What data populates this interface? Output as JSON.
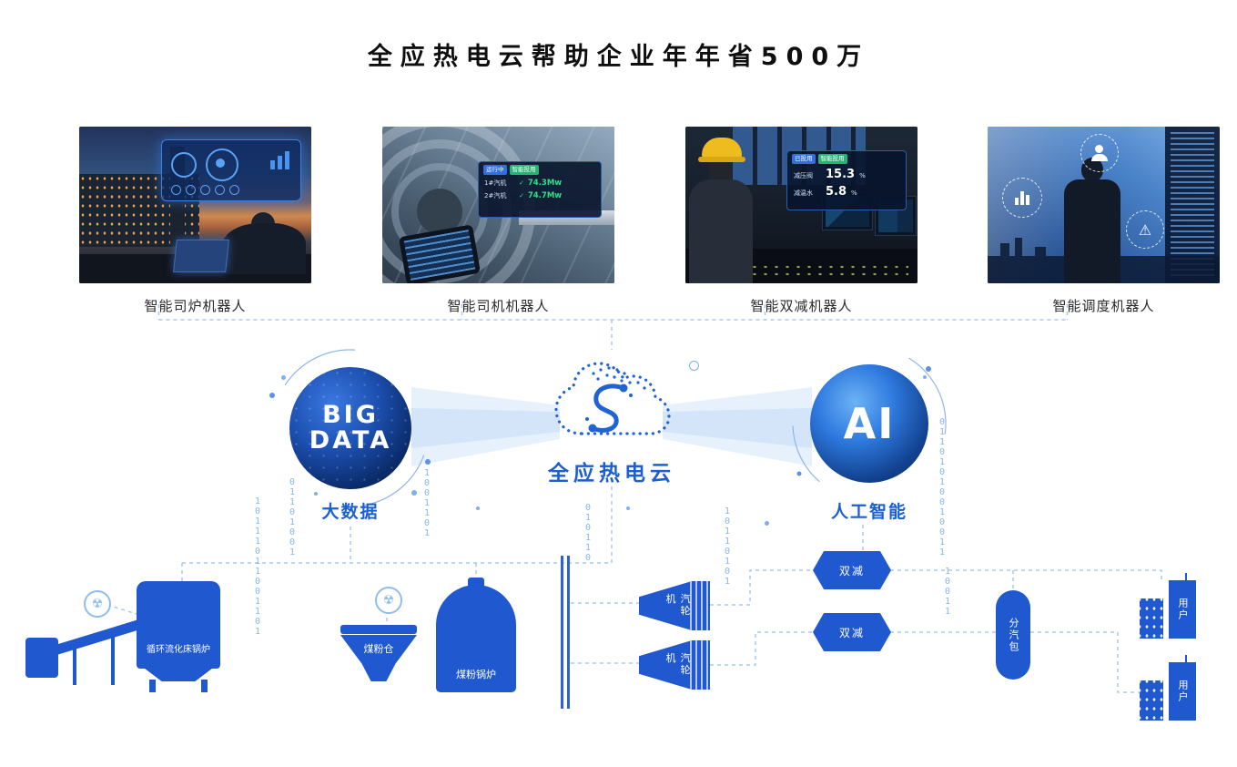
{
  "title": "全应热电云帮助企业年年省500万",
  "robots": [
    {
      "caption": "智能司炉机器人"
    },
    {
      "caption": "智能司机机器人"
    },
    {
      "caption": "智能双减机器人"
    },
    {
      "caption": "智能调度机器人"
    }
  ],
  "hud2": {
    "chip1": "运行中",
    "chip2": "智能投用",
    "rows": [
      {
        "label": "1#汽机",
        "value": "74.3Mw"
      },
      {
        "label": "2#汽机",
        "value": "74.7Mw"
      }
    ]
  },
  "hud3": {
    "chip1": "已投用",
    "chip2": "智能投用",
    "rows": [
      {
        "label": "减压阀",
        "value": "15.3",
        "unit": "%"
      },
      {
        "label": "减温水",
        "value": "5.8",
        "unit": "%"
      }
    ]
  },
  "core": {
    "bigdata_line1": "BIG",
    "bigdata_line2": "DATA",
    "bigdata_label": "大数据",
    "cloud_label": "全应热电云",
    "ai_text": "AI",
    "ai_label": "人工智能"
  },
  "plant": {
    "cfb_boiler": "循环流化床锅炉",
    "coal_bunker": "煤粉仓",
    "coal_boiler": "煤粉锅炉",
    "turbine": "汽轮机",
    "reducer": "双减",
    "steam_drum": "分汽包",
    "user": "用户"
  },
  "icons": {
    "radiation": "☢",
    "check": "✓",
    "warning": "⚠"
  },
  "binary": {
    "b1": "1\n0\n1\n1\n1\n0\n1\n1\n0\n0\n1\n1\n0\n1",
    "b2": "0\n1\n1\n0\n1\n0\n0\n1",
    "b3": "1\n0\n0\n1\n1\n0\n1",
    "b4": "0\n1\n0\n1\n1\n0",
    "b5": "1\n0\n1\n1\n0\n1\n0\n1",
    "b6": "0\n1\n1\n0\n1\n0\n1\n0\n0\n1\n0\n0\n1\n1",
    "b7": "1\n0\n0\n1\n1"
  },
  "colors": {
    "primary_blue": "#1f58cf",
    "dash_blue": "#a7c9ef",
    "label_blue": "#1b5fd0",
    "hud_green": "#2ee08a"
  }
}
